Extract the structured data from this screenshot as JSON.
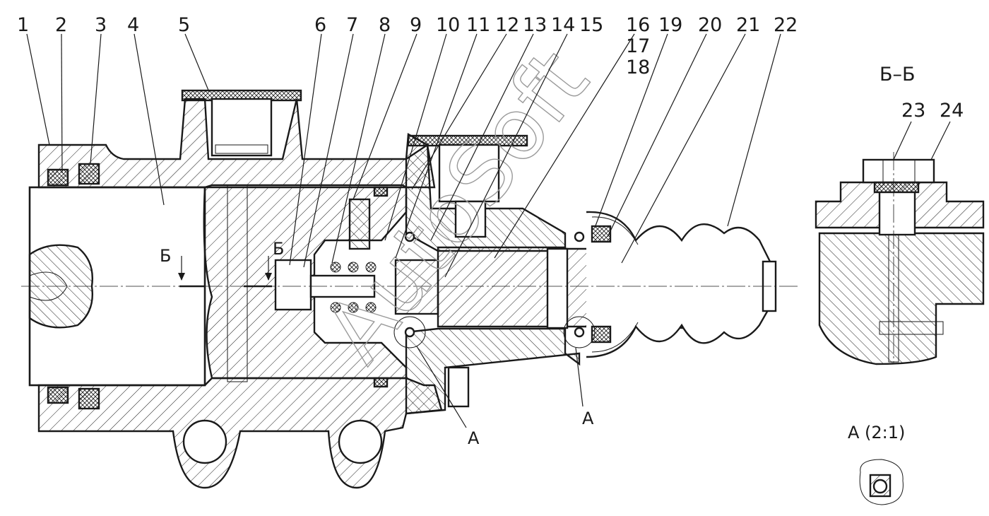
{
  "callouts": [
    "1",
    "2",
    "3",
    "4",
    "5",
    "6",
    "7",
    "8",
    "9",
    "10",
    "11",
    "12",
    "13",
    "14",
    "15",
    "16",
    "17",
    "18",
    "19",
    "20",
    "21",
    "22"
  ],
  "section_bb": {
    "title": "Б–Б",
    "callouts": [
      "23",
      "24"
    ]
  },
  "section_markers": {
    "cut_label": "Б",
    "detail_label": "А"
  },
  "detail_a": {
    "title": "А (2:1)"
  },
  "watermark": "AutoSoft"
}
